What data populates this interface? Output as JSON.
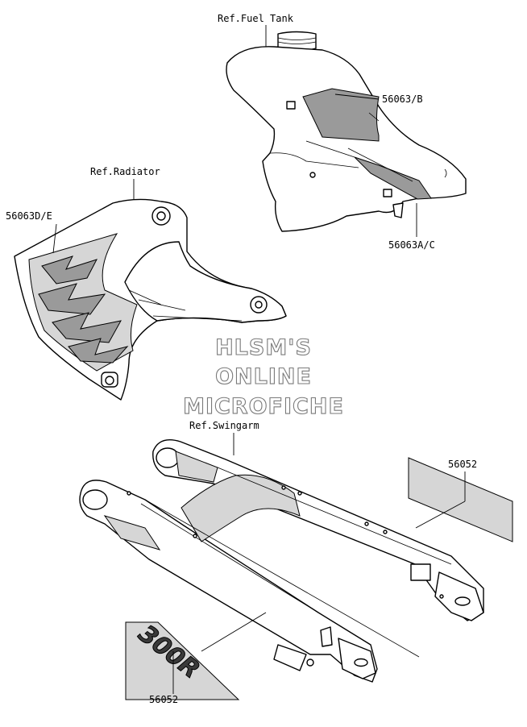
{
  "callouts": {
    "fuel_tank_ref": "Ref.Fuel Tank",
    "tank_decal_b": "56063/B",
    "tank_decal_ac": "56063A/C",
    "radiator_ref": "Ref.Radiator",
    "shroud_decal_de": "56063D/E",
    "swingarm_ref": "Ref.Swingarm",
    "swingarm_decal_right": "56052",
    "swingarm_decal_left": "56052"
  },
  "watermark": {
    "line1": "HLSM'S",
    "line2": "ONLINE",
    "line3": "MICROFICHE"
  },
  "decal_logo_text": "300R"
}
